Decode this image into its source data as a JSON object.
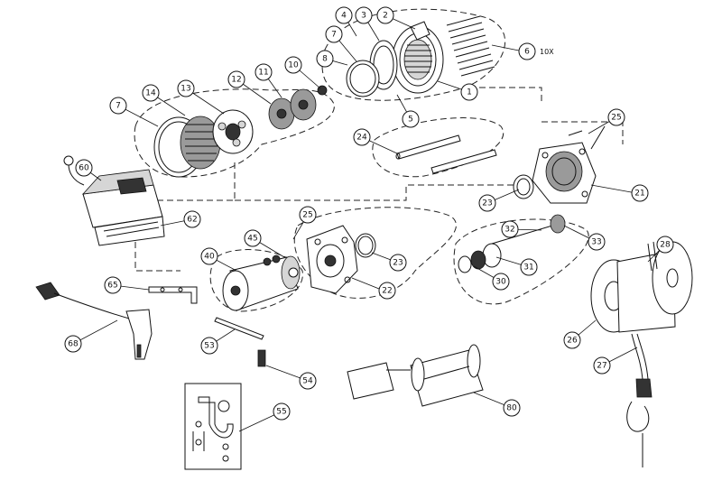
{
  "callouts": [
    {
      "id": "c1",
      "label": "1"
    },
    {
      "id": "c2",
      "label": "2"
    },
    {
      "id": "c3",
      "label": "3"
    },
    {
      "id": "c4",
      "label": "4"
    },
    {
      "id": "c5",
      "label": "5"
    },
    {
      "id": "c6",
      "label": "6"
    },
    {
      "id": "c7a",
      "label": "7"
    },
    {
      "id": "c7b",
      "label": "7"
    },
    {
      "id": "c8",
      "label": "8"
    },
    {
      "id": "c10",
      "label": "10"
    },
    {
      "id": "c11",
      "label": "11"
    },
    {
      "id": "c12",
      "label": "12"
    },
    {
      "id": "c13",
      "label": "13"
    },
    {
      "id": "c14",
      "label": "14"
    },
    {
      "id": "c21",
      "label": "21"
    },
    {
      "id": "c22",
      "label": "22"
    },
    {
      "id": "c23a",
      "label": "23"
    },
    {
      "id": "c23b",
      "label": "23"
    },
    {
      "id": "c24",
      "label": "24"
    },
    {
      "id": "c25a",
      "label": "25"
    },
    {
      "id": "c25b",
      "label": "25"
    },
    {
      "id": "c26",
      "label": "26"
    },
    {
      "id": "c27",
      "label": "27"
    },
    {
      "id": "c28",
      "label": "28"
    },
    {
      "id": "c30",
      "label": "30"
    },
    {
      "id": "c31",
      "label": "31"
    },
    {
      "id": "c32",
      "label": "32"
    },
    {
      "id": "c33",
      "label": "33"
    },
    {
      "id": "c40",
      "label": "40"
    },
    {
      "id": "c45",
      "label": "45"
    },
    {
      "id": "c53",
      "label": "53"
    },
    {
      "id": "c54",
      "label": "54"
    },
    {
      "id": "c55",
      "label": "55"
    },
    {
      "id": "c60",
      "label": "60"
    },
    {
      "id": "c62",
      "label": "62"
    },
    {
      "id": "c65",
      "label": "65"
    },
    {
      "id": "c68",
      "label": "68"
    },
    {
      "id": "c80",
      "label": "80"
    }
  ],
  "qty_note": "10X"
}
